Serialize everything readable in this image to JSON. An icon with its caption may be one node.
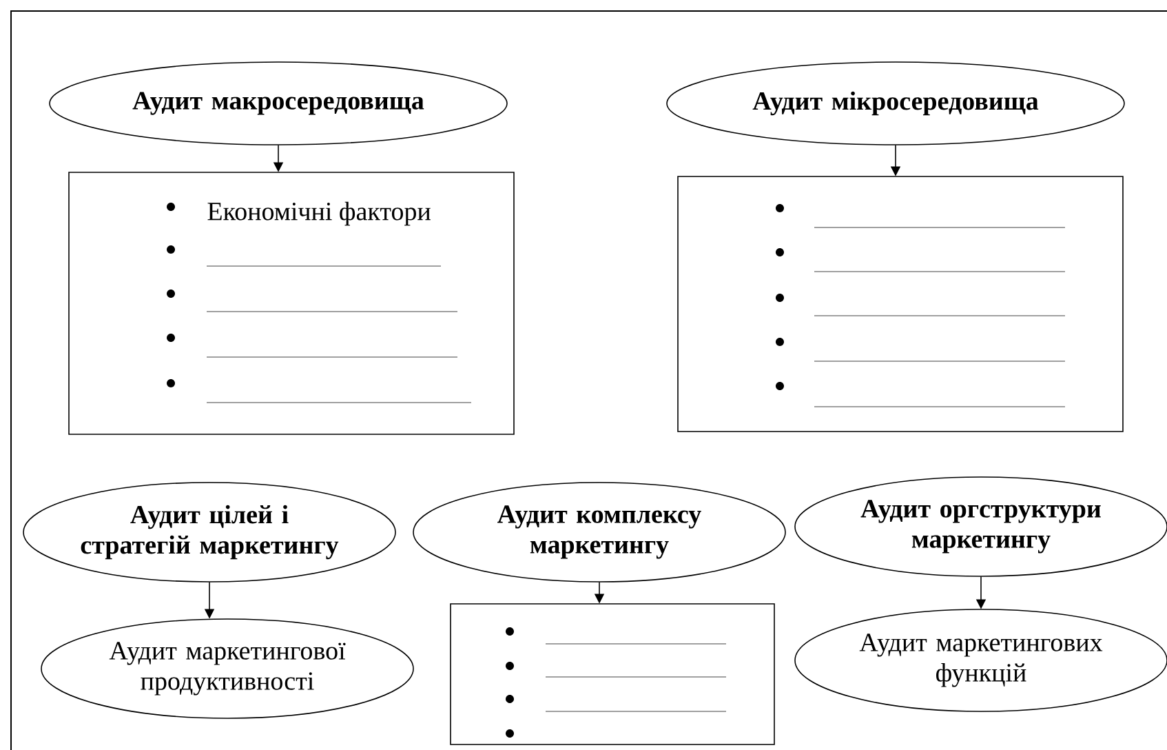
{
  "diagram": {
    "nodes": [
      {
        "text": [
          "Аудит макросередовища"
        ]
      },
      {
        "text": [
          "Економічні фактори"
        ]
      },
      {
        "text": [
          "Аудит мікросередовища"
        ]
      },
      {
        "text": [],
        "shape": "box"
      },
      {
        "text": [
          "Аудит цілей і стратегій маркетингу"
        ]
      },
      {
        "text": [
          "Аудит маркетингової продуктивності"
        ]
      },
      {
        "text": [
          "Аудит комплексу маркетингу"
        ]
      },
      {
        "text": [],
        "shape": "box"
      },
      {
        "text": [
          "Аудит оргструктури маркетингу"
        ]
      },
      {
        "text": [
          "Аудит маркетингових функцій"
        ]
      }
    ],
    "edges": [
      {
        "from": 0,
        "to": 1,
        "arrow": "to"
      },
      {
        "from": 2,
        "to": 3,
        "arrow": "to"
      },
      {
        "from": 4,
        "to": 5,
        "arrow": "to"
      },
      {
        "from": 6,
        "to": 7,
        "arrow": "to"
      },
      {
        "from": 8,
        "to": 9,
        "arrow": "to"
      }
    ]
  }
}
